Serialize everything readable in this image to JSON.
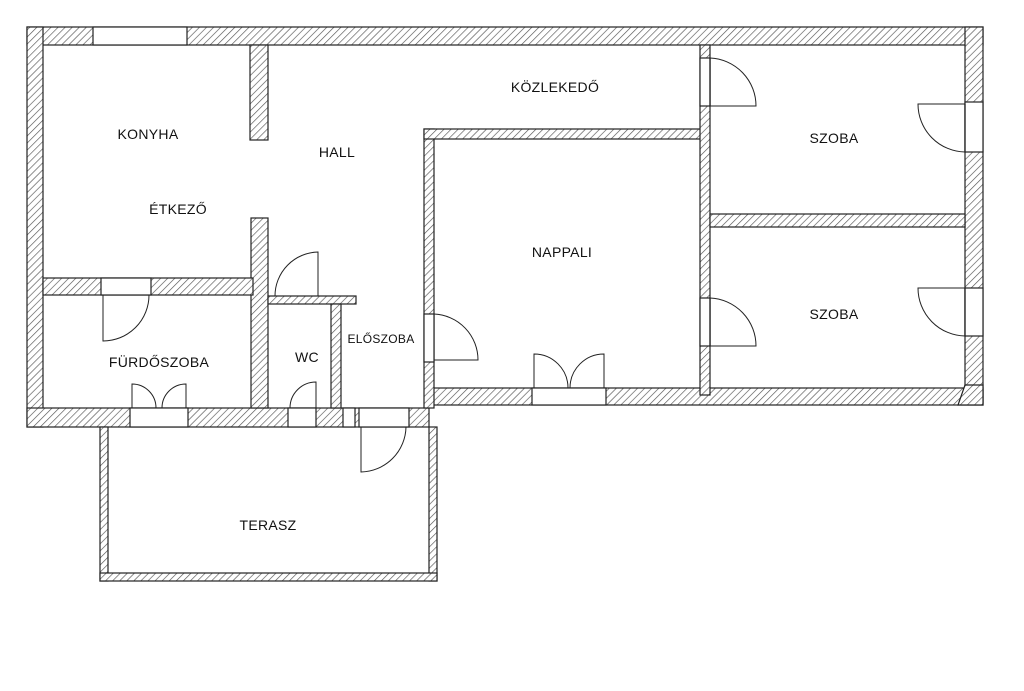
{
  "rooms": {
    "konyha": "KONYHA",
    "etkezo": "ÉTKEZŐ",
    "hall": "HALL",
    "kozlekedo": "KÖZLEKEDŐ",
    "szoba1": "SZOBA",
    "szoba2": "SZOBA",
    "nappali": "NAPPALI",
    "furdoszoba": "FÜRDŐSZOBA",
    "wc": "WC",
    "eloszoba": "ELŐSZOBA",
    "terasz": "TERASZ"
  },
  "colors": {
    "wall_stroke": "#222222",
    "hatch_line": "#555555",
    "background": "#ffffff"
  }
}
